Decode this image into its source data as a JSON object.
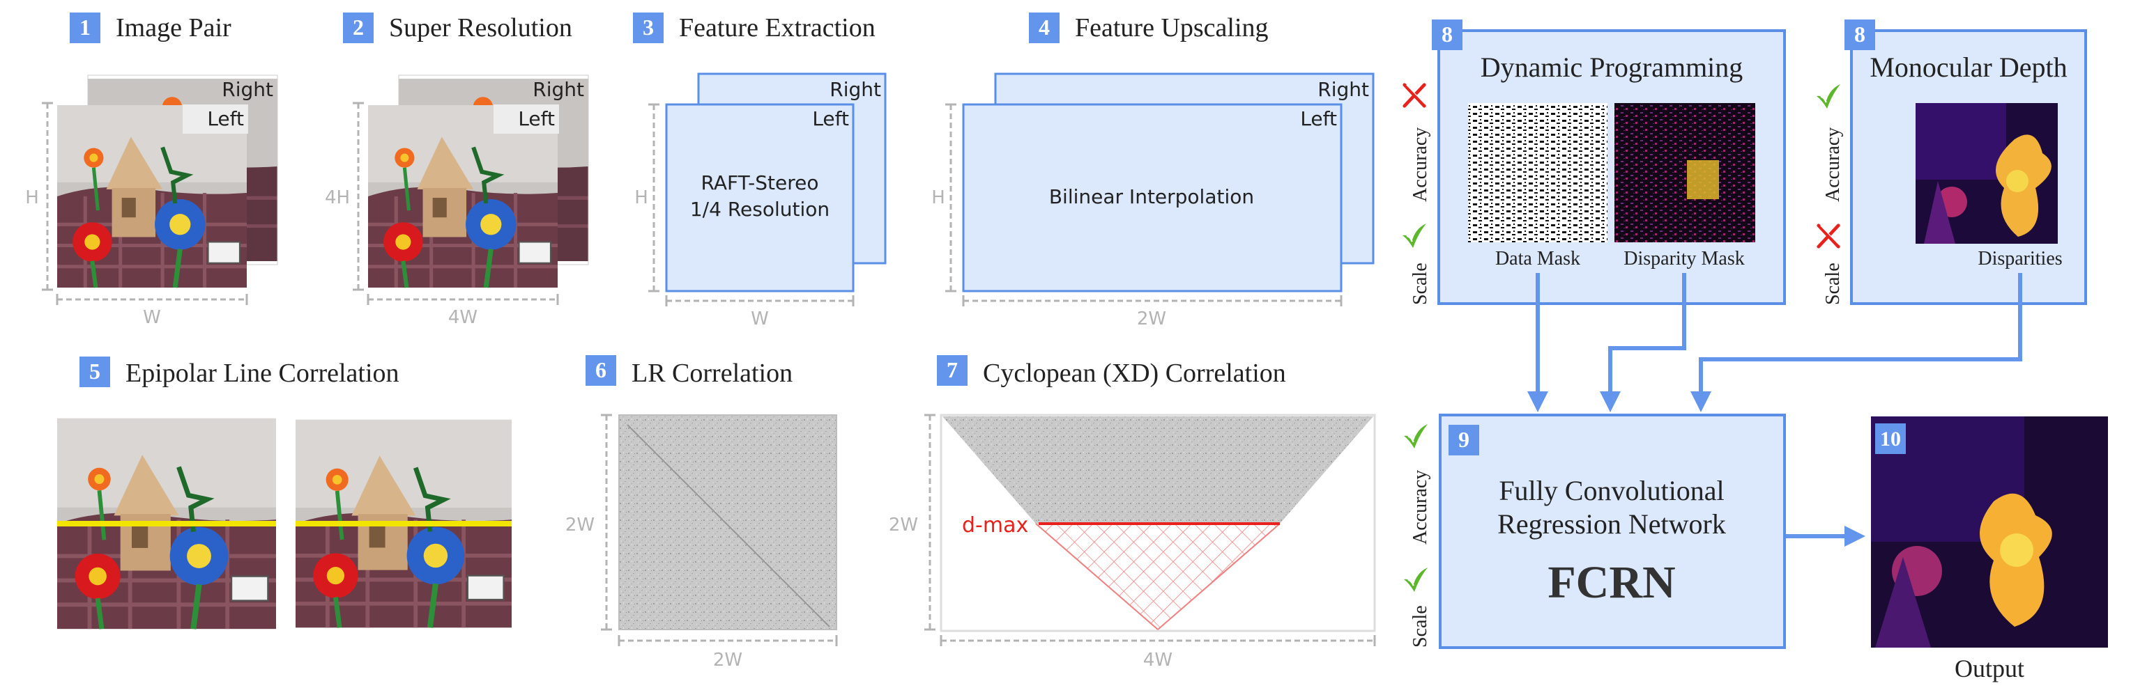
{
  "stages": {
    "s1": {
      "num": "1",
      "title": "Image Pair"
    },
    "s2": {
      "num": "2",
      "title": "Super Resolution"
    },
    "s3": {
      "num": "3",
      "title": "Feature Extraction"
    },
    "s4": {
      "num": "4",
      "title": "Feature Upscaling"
    },
    "s5": {
      "num": "5",
      "title": "Epipolar Line Correlation"
    },
    "s6": {
      "num": "6",
      "title": "LR Correlation"
    },
    "s7": {
      "num": "7",
      "title": "Cyclopean (XD) Correlation"
    },
    "s8a": {
      "num": "8",
      "title": "Dynamic Programming"
    },
    "s8b": {
      "num": "8",
      "title": "Monocular Depth"
    },
    "s9": {
      "num": "9",
      "title_line1": "Fully Convolutional",
      "title_line2": "Regression Network",
      "acronym": "FCRN"
    },
    "s10": {
      "num": "10",
      "caption": "Output"
    }
  },
  "labels": {
    "right": "Right",
    "left": "Left",
    "h": "H",
    "w": "W",
    "h4": "4H",
    "w4": "4W",
    "w2": "2W",
    "raft_line1": "RAFT-Stereo",
    "raft_line2": "1/4 Resolution",
    "bilinear": "Bilinear Interpolation",
    "dmax": "d-max",
    "accuracy": "Accuracy",
    "scale": "Scale",
    "data_mask": "Data Mask",
    "disparity_mask": "Disparity Mask",
    "disparities": "Disparities"
  },
  "colors": {
    "badge": "#6495ed",
    "box_fill": "#dce8fb",
    "box_stroke": "#5b8ee6",
    "arrow": "#6495ed",
    "dim": "#b3b3b3",
    "red": "#e8211c",
    "yellow": "#f2e600",
    "check": "#5cb82a"
  }
}
